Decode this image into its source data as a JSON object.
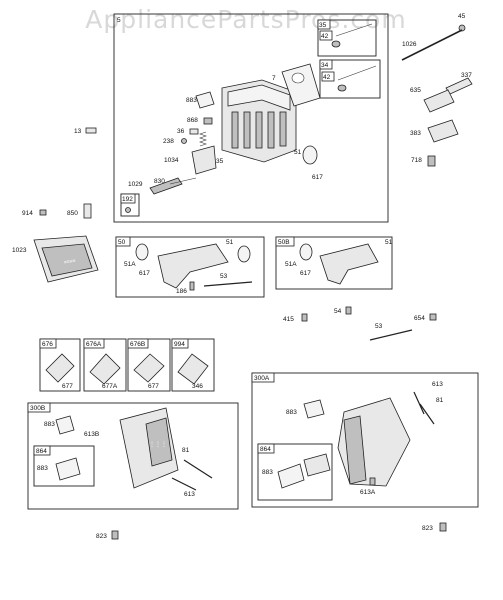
{
  "watermark": "AppliancePartsPros.com",
  "callouts": {
    "c5": "5",
    "c45": "45",
    "c1026": "1026",
    "c337": "337",
    "c635": "635",
    "c383": "383",
    "c718": "718",
    "c42a": "42",
    "c35a": "35",
    "c34": "34",
    "c42b": "42",
    "c7": "7",
    "c883a": "883",
    "c868": "868",
    "c36": "36",
    "c238": "238",
    "c1034": "1034",
    "c35b": "35",
    "c51a": "51",
    "c617a": "617",
    "c13": "13",
    "c1029": "1029",
    "c830": "830",
    "c192": "192",
    "c914": "914",
    "c850": "850",
    "c1023": "1023",
    "c50": "50",
    "c51b": "51",
    "c51Aa": "51A",
    "c617b": "617",
    "c53a": "53",
    "c186": "186",
    "c50B": "50B",
    "c51c": "51",
    "c51Ab": "51A",
    "c617c": "617",
    "c415": "415",
    "c54": "54",
    "c654": "654",
    "c53b": "53",
    "c676": "676",
    "c677": "677",
    "c676A": "676A",
    "c677A": "677A",
    "c676B": "676B",
    "c677b": "677",
    "c994": "994",
    "c346": "346",
    "c300A": "300A",
    "c613a": "613",
    "c883b": "883",
    "c81a": "81",
    "c864a": "864",
    "c883c": "883",
    "c613A": "613A",
    "c300B": "300B",
    "c883d": "883",
    "c613B": "613B",
    "c81b": "81",
    "c864b": "864",
    "c883e": "883",
    "c613b": "613",
    "c823a": "823",
    "c823b": "823"
  }
}
